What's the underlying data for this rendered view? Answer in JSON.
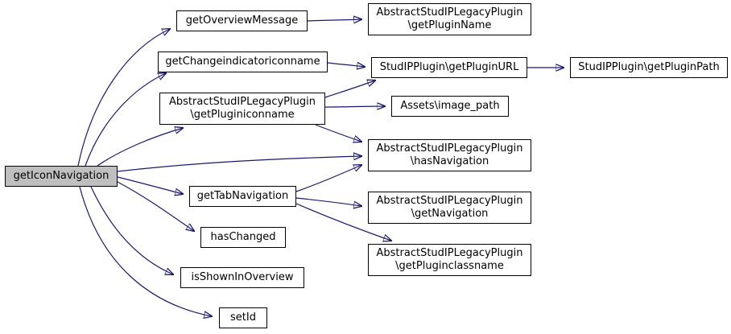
{
  "diagram": {
    "type": "call-graph",
    "style": "doxygen",
    "root_function": "getIconNavigation"
  },
  "colors": {
    "edge": "#191970",
    "node_border": "#000000",
    "node_fill": "#ffffff",
    "root_node_fill": "#bfbfbf",
    "text": "#000000",
    "background": "#ffffff"
  },
  "nodes": [
    {
      "id": "getIconNavigation",
      "label": "getIconNavigation",
      "root": true
    },
    {
      "id": "getOverviewMessage",
      "label": "getOverviewMessage"
    },
    {
      "id": "getChangeindicatoriconname",
      "label": "getChangeindicatoriconname"
    },
    {
      "id": "getPluginiconname",
      "label": "AbstractStudIPLegacyPlugin\n\\getPluginiconname"
    },
    {
      "id": "getTabNavigation",
      "label": "getTabNavigation"
    },
    {
      "id": "hasChanged",
      "label": "hasChanged"
    },
    {
      "id": "isShownInOverview",
      "label": "isShownInOverview"
    },
    {
      "id": "setId",
      "label": "setId"
    },
    {
      "id": "getPluginName",
      "label": "AbstractStudIPLegacyPlugin\n\\getPluginName"
    },
    {
      "id": "getPluginURL",
      "label": "StudIPPlugin\\getPluginURL"
    },
    {
      "id": "image_path",
      "label": "Assets\\image_path"
    },
    {
      "id": "hasNavigation",
      "label": "AbstractStudIPLegacyPlugin\n\\hasNavigation"
    },
    {
      "id": "getNavigation",
      "label": "AbstractStudIPLegacyPlugin\n\\getNavigation"
    },
    {
      "id": "getPluginclassname",
      "label": "AbstractStudIPLegacyPlugin\n\\getPluginclassname"
    },
    {
      "id": "getPluginPath",
      "label": "StudIPPlugin\\getPluginPath"
    }
  ],
  "edges": [
    {
      "from": "getIconNavigation",
      "to": "getOverviewMessage"
    },
    {
      "from": "getIconNavigation",
      "to": "getChangeindicatoriconname"
    },
    {
      "from": "getIconNavigation",
      "to": "getPluginiconname"
    },
    {
      "from": "getIconNavigation",
      "to": "hasNavigation"
    },
    {
      "from": "getIconNavigation",
      "to": "getTabNavigation"
    },
    {
      "from": "getIconNavigation",
      "to": "hasChanged"
    },
    {
      "from": "getIconNavigation",
      "to": "isShownInOverview"
    },
    {
      "from": "getIconNavigation",
      "to": "setId"
    },
    {
      "from": "getOverviewMessage",
      "to": "getPluginName"
    },
    {
      "from": "getChangeindicatoriconname",
      "to": "getPluginURL"
    },
    {
      "from": "getPluginiconname",
      "to": "getPluginURL"
    },
    {
      "from": "getPluginiconname",
      "to": "image_path"
    },
    {
      "from": "getPluginiconname",
      "to": "hasNavigation"
    },
    {
      "from": "getTabNavigation",
      "to": "hasNavigation"
    },
    {
      "from": "getTabNavigation",
      "to": "getNavigation"
    },
    {
      "from": "getTabNavigation",
      "to": "getPluginclassname"
    },
    {
      "from": "getPluginURL",
      "to": "getPluginPath"
    }
  ]
}
